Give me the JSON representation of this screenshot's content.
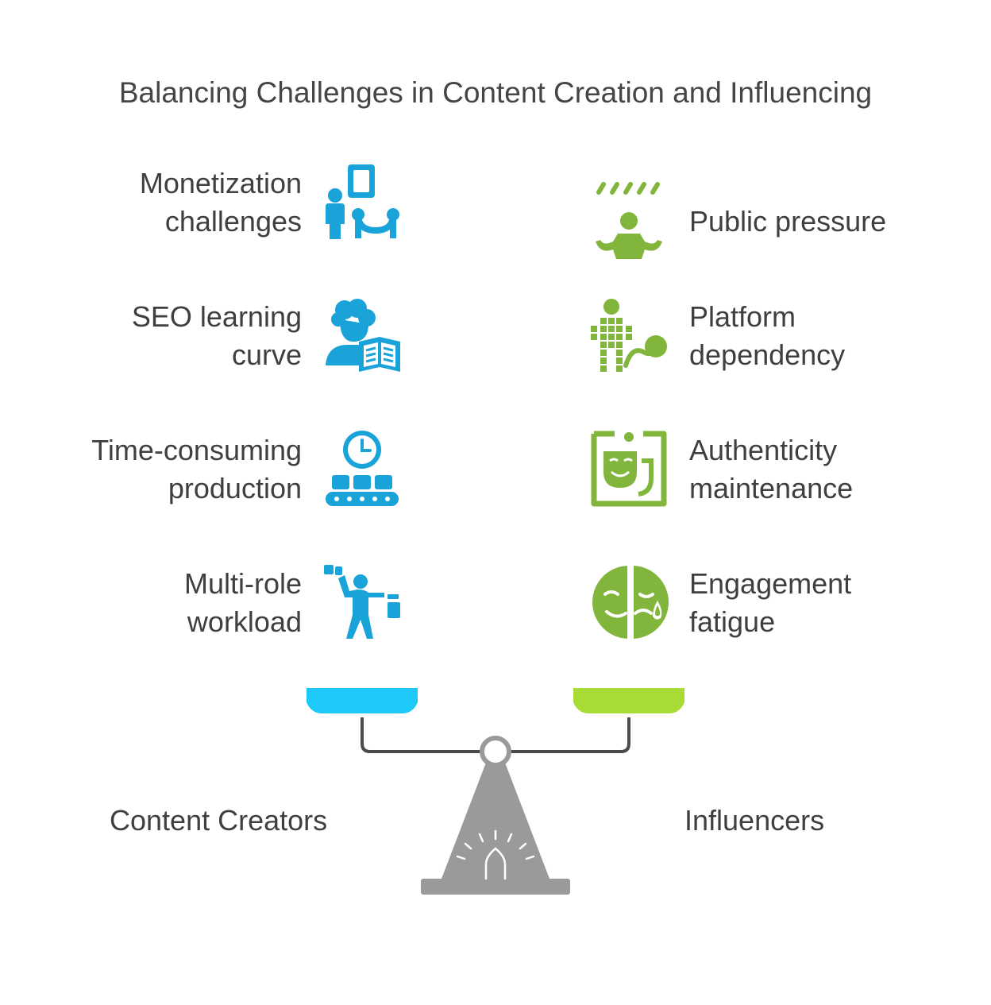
{
  "title": "Balancing Challenges in Content Creation and Influencing",
  "colors": {
    "creators": "#1aa3d9",
    "influencers": "#82b53b",
    "pan_left": "#1ec8f8",
    "pan_right": "#a8dc34",
    "stand": "#9a9a9a",
    "beam": "#4a4a4a",
    "text": "#3f3f3f"
  },
  "left": {
    "label": "Content Creators",
    "items": [
      {
        "line1": "Monetization",
        "line2": "challenges",
        "icon": "monetization-icon"
      },
      {
        "line1": "SEO learning",
        "line2": "curve",
        "icon": "reading-person-icon"
      },
      {
        "line1": "Time-consuming",
        "line2": "production",
        "icon": "conveyor-clock-icon"
      },
      {
        "line1": "Multi-role",
        "line2": "workload",
        "icon": "juggling-person-icon"
      }
    ]
  },
  "right": {
    "label": "Influencers",
    "items": [
      {
        "line1": "Public pressure",
        "line2": "",
        "icon": "rain-pressure-icon"
      },
      {
        "line1": "Platform",
        "line2": "dependency",
        "icon": "tethered-person-icon"
      },
      {
        "line1": "Authenticity",
        "line2": "maintenance",
        "icon": "mask-frame-icon"
      },
      {
        "line1": "Engagement",
        "line2": "fatigue",
        "icon": "tired-face-icon"
      }
    ]
  }
}
